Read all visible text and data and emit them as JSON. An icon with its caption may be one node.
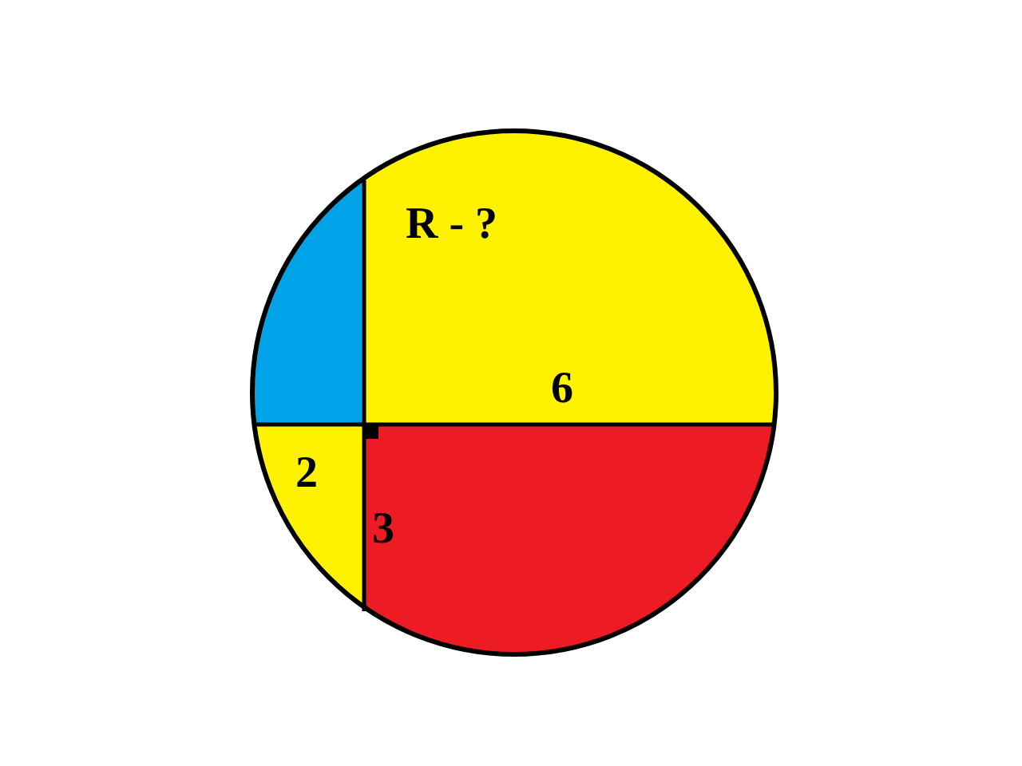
{
  "diagram": {
    "labels": [
      "R - ?",
      "6",
      "2",
      "3"
    ]
  }
}
